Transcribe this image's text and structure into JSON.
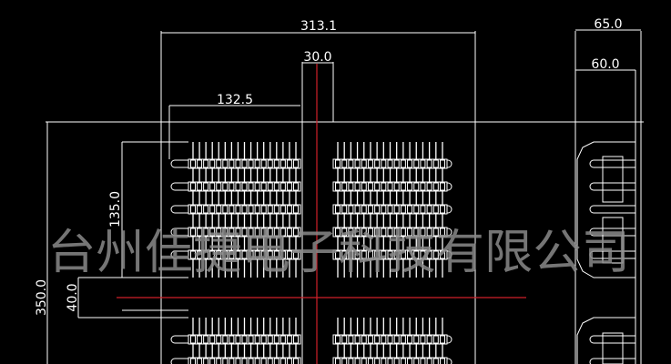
{
  "drawing": {
    "background": "#000000",
    "line_color": "#ffffff",
    "centerline_color": "#d0202a",
    "watermark": {
      "text": "台州佳捷电子科技有限公司",
      "color": "#8a8a8a"
    },
    "dimensions": {
      "overall_width": "313.1",
      "center_gap": "30.0",
      "block_offset": "132.5",
      "side_depth_outer": "65.0",
      "side_depth_inner": "60.0",
      "block_height": "135.0",
      "overall_height": "350.0",
      "gap_height": "40.0"
    },
    "connector_blocks": {
      "pins_per_row": 17,
      "rows_per_block": 5
    }
  }
}
